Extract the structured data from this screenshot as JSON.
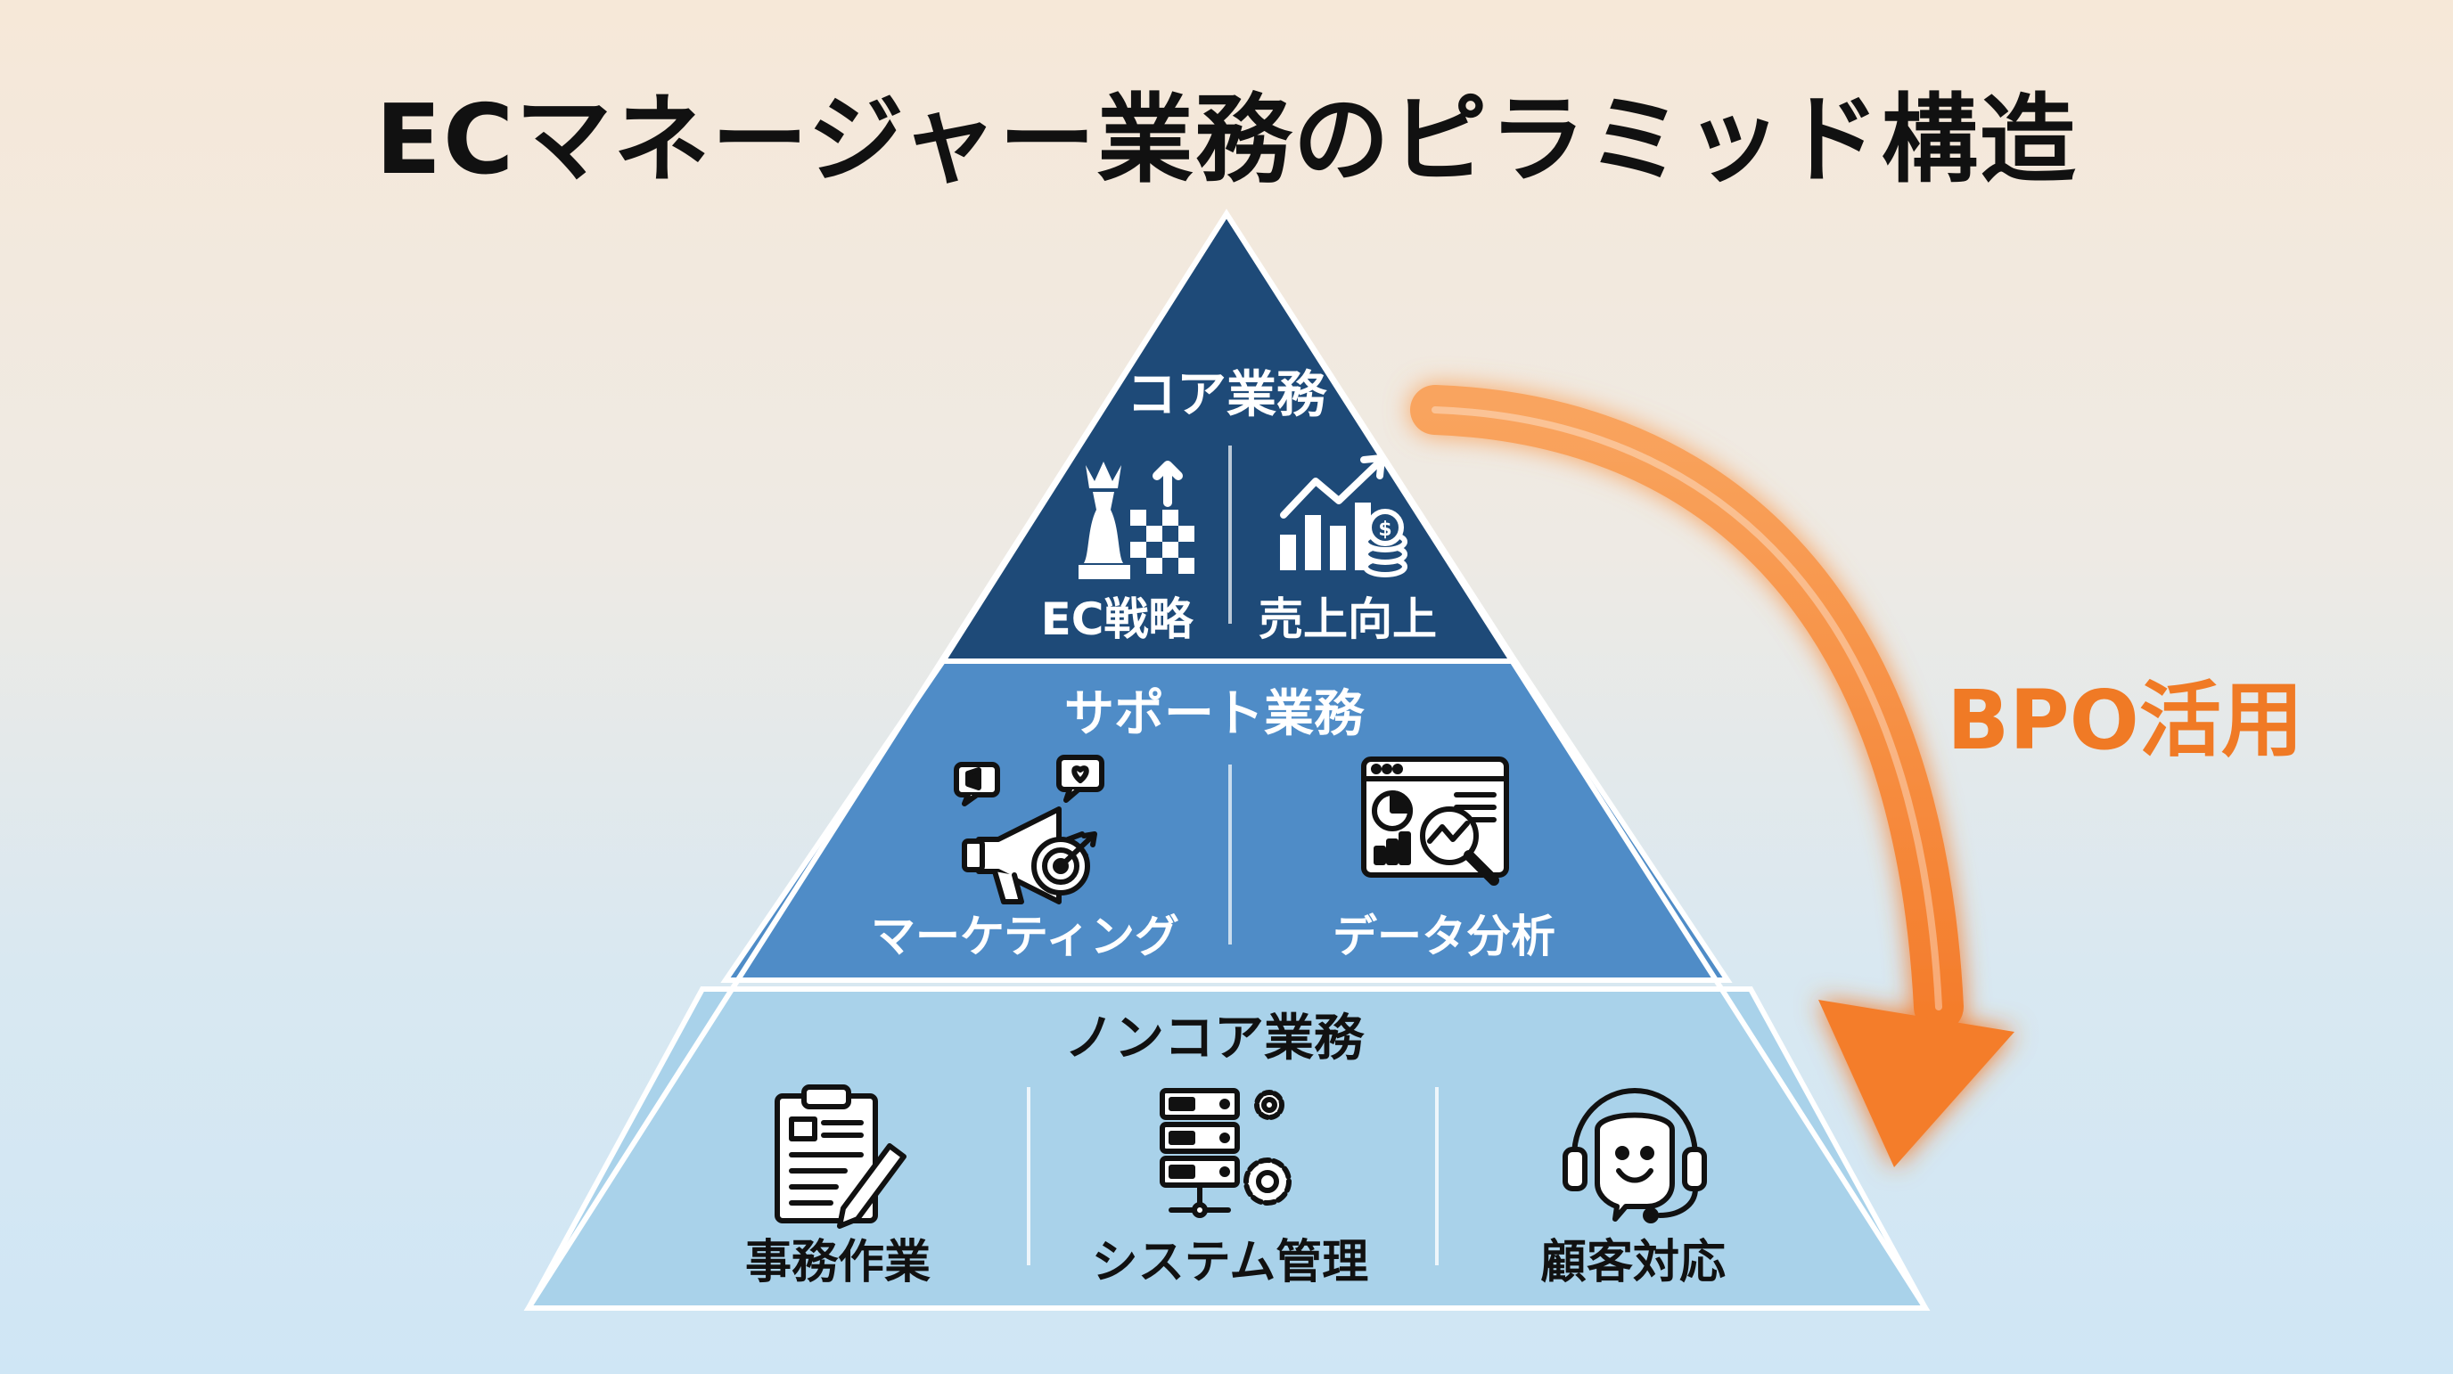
{
  "title": "ECマネージャー業務のピラミッド構造",
  "colors": {
    "top_tier": "#1e4a78",
    "middle_tier": "#4f8cc7",
    "bottom_tier": "#a9d2ea",
    "arrow": "#f68a3c",
    "bpo_text": "#f07a25"
  },
  "pyramid": {
    "core": {
      "title": "コア業務",
      "items": [
        {
          "label": "EC戦略",
          "icon": "chess-strategy-icon"
        },
        {
          "label": "売上向上",
          "icon": "sales-growth-chart-icon"
        }
      ]
    },
    "support": {
      "title": "サポート業務",
      "items": [
        {
          "label": "マーケティング",
          "icon": "megaphone-target-icon"
        },
        {
          "label": "データ分析",
          "icon": "data-analysis-magnifier-icon"
        }
      ]
    },
    "noncore": {
      "title": "ノンコア業務",
      "items": [
        {
          "label": "事務作業",
          "icon": "clipboard-pen-icon"
        },
        {
          "label": "システム管理",
          "icon": "server-gear-icon"
        },
        {
          "label": "顧客対応",
          "icon": "headset-smile-icon"
        }
      ]
    }
  },
  "arrow": {
    "label": "BPO活用",
    "icon": "curved-down-arrow-icon"
  }
}
